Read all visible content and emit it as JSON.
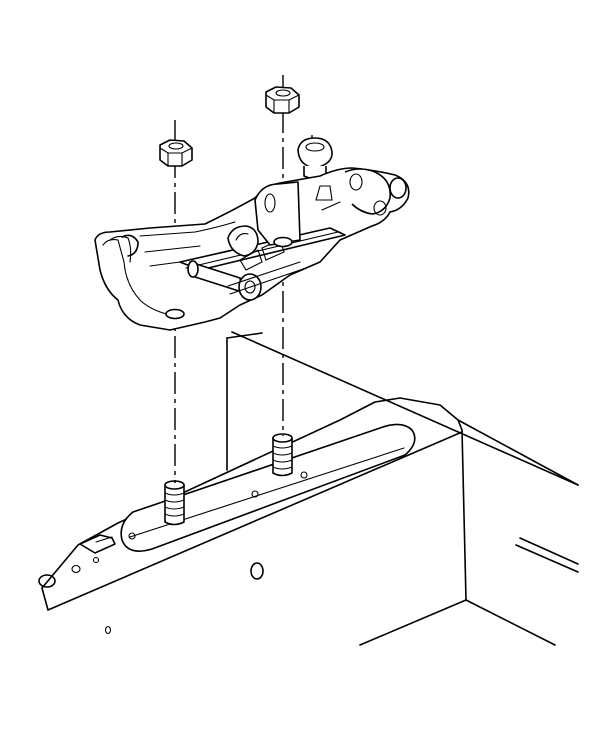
{
  "figure": {
    "kind": "exploded-assembly-illustration",
    "line_color": "#000000",
    "background": "#ffffff",
    "parts": [
      "nut",
      "nut",
      "bumper-stop",
      "bracket",
      "pivot-pin",
      "mounting-plate",
      "stud",
      "stud",
      "frame-rail"
    ]
  }
}
